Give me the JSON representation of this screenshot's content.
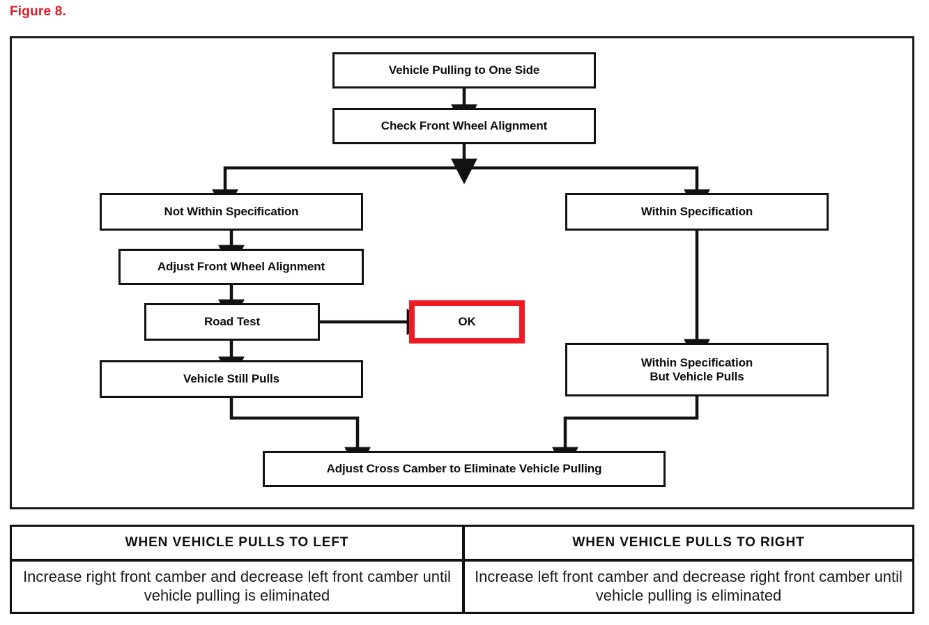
{
  "figure": {
    "caption": "Figure 8.",
    "caption_color": "#D91B26"
  },
  "flowchart": {
    "accent_color": "#ED1C24",
    "line_color": "#121212",
    "nodes": [
      {
        "id": "start",
        "label": "Vehicle Pulling to One Side"
      },
      {
        "id": "check",
        "label": "Check Front Wheel Alignment"
      },
      {
        "id": "not-within-spec",
        "label": "Not Within Specification"
      },
      {
        "id": "adjust-alignment",
        "label": "Adjust Front Wheel Alignment"
      },
      {
        "id": "road-test",
        "label": "Road Test"
      },
      {
        "id": "ok",
        "label": "OK"
      },
      {
        "id": "still-pulls",
        "label": "Vehicle Still Pulls"
      },
      {
        "id": "within-spec",
        "label": "Within Specification"
      },
      {
        "id": "within-spec-pulls",
        "label": "Within Specification\nBut Vehicle Pulls"
      },
      {
        "id": "adjust-camber",
        "label": "Adjust Cross Camber to Eliminate Vehicle Pulling"
      }
    ]
  },
  "table": {
    "headers": [
      "WHEN VEHICLE PULLS TO LEFT",
      "WHEN VEHICLE PULLS TO RIGHT"
    ],
    "rows": [
      [
        "Increase right front camber and decrease left front camber until vehicle pulling is eliminated",
        "Increase left front camber and decrease right front camber until vehicle pulling is eliminated"
      ]
    ]
  }
}
